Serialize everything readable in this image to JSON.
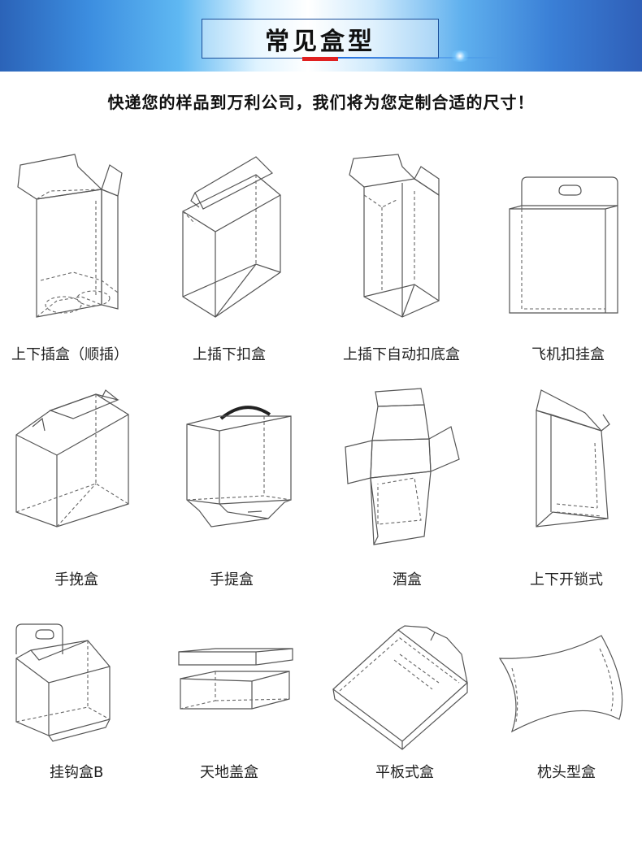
{
  "header": {
    "title": "常见盒型"
  },
  "subtitle": "快递您的样品到万利公司，我们将为您定制合适的尺寸！",
  "box_types": [
    {
      "label": "上下插盒（顺插）"
    },
    {
      "label": "上插下扣盒"
    },
    {
      "label": "上插下自动扣底盒"
    },
    {
      "label": "飞机扣挂盒"
    },
    {
      "label": "手挽盒"
    },
    {
      "label": "手提盒"
    },
    {
      "label": "酒盒"
    },
    {
      "label": "上下开锁式"
    },
    {
      "label": "挂钩盒B"
    },
    {
      "label": "天地盖盒"
    },
    {
      "label": "平板式盒"
    },
    {
      "label": "枕头型盒"
    }
  ]
}
